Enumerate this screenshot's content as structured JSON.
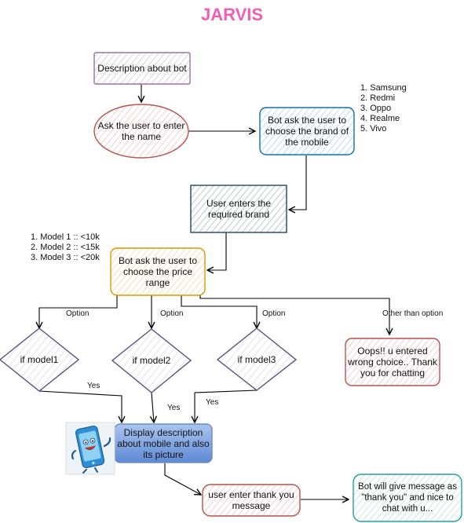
{
  "title": "JARVIS",
  "colors": {
    "title": "#ee5fb7",
    "purple_border": "#9673a6",
    "purple_fill": "#e1d5e7",
    "red_border": "#b85450",
    "red_fill": "#f8cecc",
    "teal_border": "#10739e",
    "teal_fill": "#b1ddf0",
    "slate_border": "#23445d",
    "slate_fill": "#bac8d3",
    "orange_border": "#d79b00",
    "orange_fill": "#ffe6cc",
    "blue_border": "#6c8ebf",
    "blue_fill": "#7ea6e0",
    "green_fill": "#d5e8d4"
  },
  "nodes": {
    "description": "Description about bot",
    "ask_name": "Ask the user to enter\nthe name",
    "ask_brand": "Bot ask the user to\nchoose the brand of\nthe mobile",
    "enters_brand": "User enters the\nrequired brand",
    "ask_price": "Bot ask the user to\nchoose the price\nrange",
    "model1": "if  model1",
    "model2": "if  model2",
    "model3": "if  model3",
    "wrong_choice": "Oops!! u entered\nwrong choice.. Thank\nyou for chatting",
    "display": "Display description\nabout mobile and also\nits picture",
    "thank_you": "user enter thank you\nmessage",
    "bot_message": "Bot will give message as\n\"thank you\" and nice to\nchat with u..."
  },
  "brands": [
    "1. Samsung",
    "2. Redmi",
    "3. Oppo",
    "4. Realme",
    "5. Vivo"
  ],
  "price_models": [
    "1. Model 1 :: <10k",
    "2. Model 2 :: <15k",
    "3. Model 3 :: <20k"
  ],
  "edge_labels": {
    "option1": "Option",
    "option2": "Option",
    "option3": "Option",
    "other": "Other than option",
    "yes1": "Yes",
    "yes2": "Yes",
    "yes3": "Yes"
  },
  "icons": {
    "phone": "smiling-phone-icon"
  }
}
